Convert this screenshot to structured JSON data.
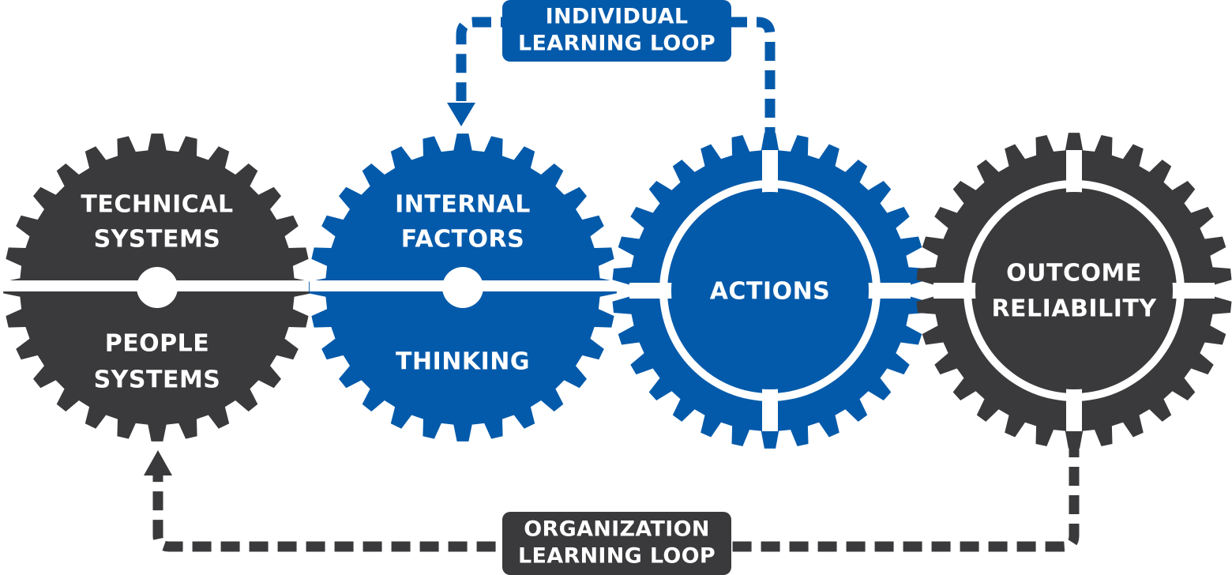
{
  "colors": {
    "dark": "#3a3a3c",
    "blue": "#045aaa",
    "background": "#ffffff"
  },
  "gears": [
    {
      "id": "gear-1",
      "color": "dark",
      "top_lines": [
        "TECHNICAL",
        "SYSTEMS"
      ],
      "bottom_lines": [
        "PEOPLE",
        "SYSTEMS"
      ]
    },
    {
      "id": "gear-2",
      "color": "blue",
      "top_lines": [
        "INTERNAL",
        "FACTORS"
      ],
      "bottom_lines": [
        "THINKING"
      ]
    },
    {
      "id": "gear-3",
      "color": "blue",
      "center_lines": [
        "ACTIONS"
      ]
    },
    {
      "id": "gear-4",
      "color": "dark",
      "center_lines": [
        "OUTCOME",
        "RELIABILITY"
      ]
    }
  ],
  "loops": {
    "individual": {
      "lines": [
        "INDIVIDUAL",
        "LEARNING LOOP"
      ],
      "color": "blue"
    },
    "organization": {
      "lines": [
        "ORGANIZATION",
        "LEARNING LOOP"
      ],
      "color": "dark"
    }
  }
}
